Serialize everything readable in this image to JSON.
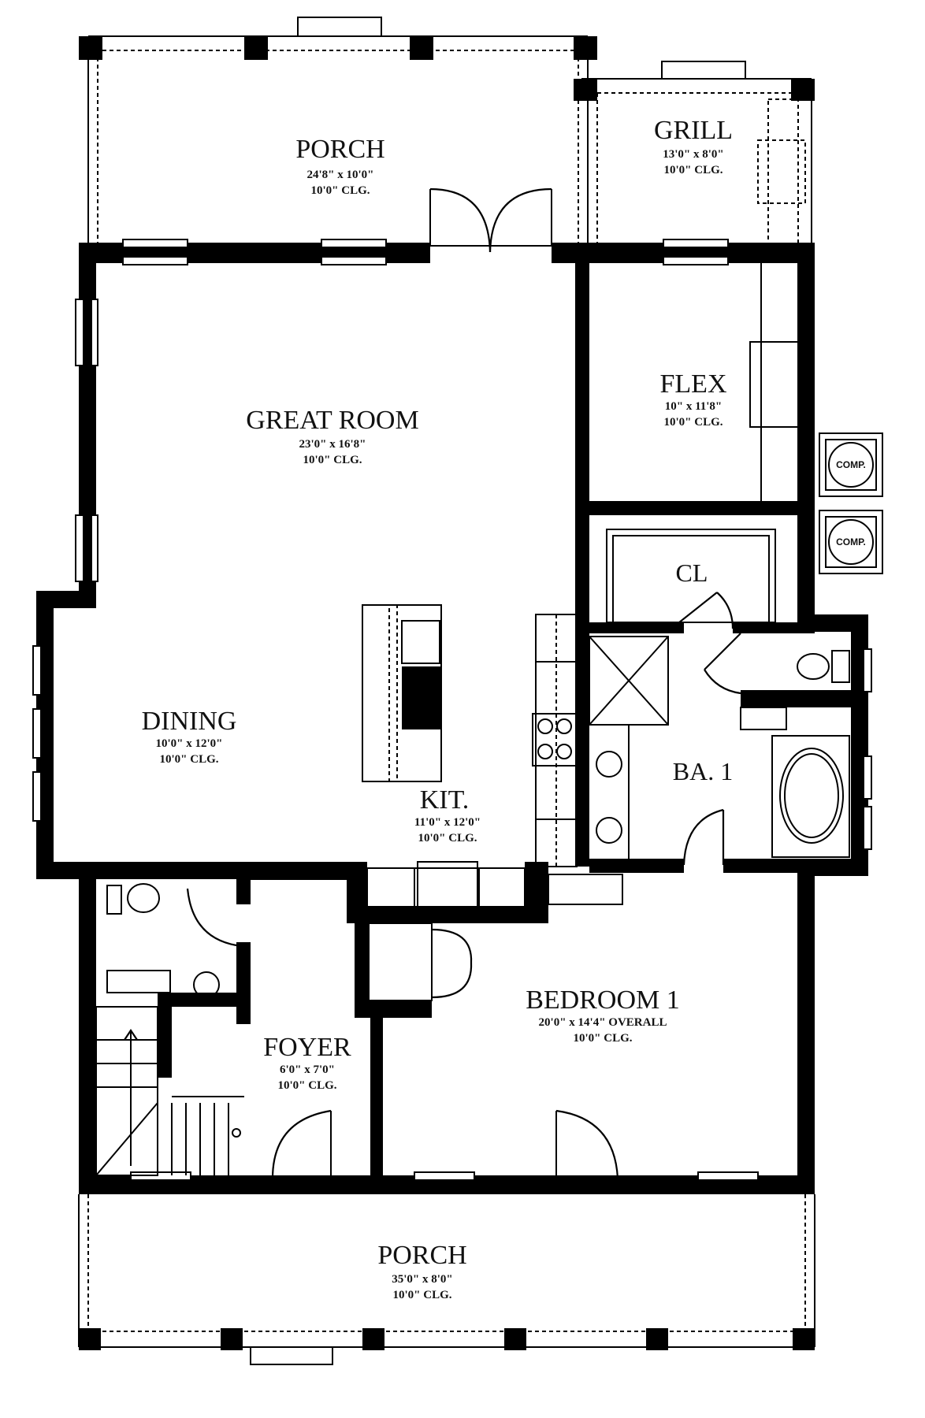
{
  "plan": {
    "rooms": [
      {
        "id": "porch-rear",
        "name": "PORCH",
        "dimensions": "24'8\" x 10'0\"",
        "ceiling": "10'0\" CLG."
      },
      {
        "id": "grill",
        "name": "GRILL",
        "dimensions": "13'0\" x 8'0\"",
        "ceiling": "10'0\" CLG."
      },
      {
        "id": "great-room",
        "name": "GREAT ROOM",
        "dimensions": "23'0\" x 16'8\"",
        "ceiling": "10'0\" CLG."
      },
      {
        "id": "flex",
        "name": "FLEX",
        "dimensions": "10\" x 11'8\"",
        "ceiling": "10'0\" CLG."
      },
      {
        "id": "closet",
        "name": "CL"
      },
      {
        "id": "dining",
        "name": "DINING",
        "dimensions": "10'0\" x 12'0\"",
        "ceiling": "10'0\" CLG."
      },
      {
        "id": "kitchen",
        "name": "KIT.",
        "dimensions": "11'0\" x 12'0\"",
        "ceiling": "10'0\" CLG."
      },
      {
        "id": "bath-1",
        "name": "BA. 1"
      },
      {
        "id": "bedroom-1",
        "name": "BEDROOM 1",
        "dimensions": "20'0\" x 14'4\" OVERALL",
        "ceiling": "10'0\" CLG."
      },
      {
        "id": "foyer",
        "name": "FOYER",
        "dimensions": "6'0\" x 7'0\"",
        "ceiling": "10'0\" CLG."
      },
      {
        "id": "porch-front",
        "name": "PORCH",
        "dimensions": "35'0\" x 8'0\"",
        "ceiling": "10'0\" CLG."
      }
    ],
    "equipment": [
      {
        "id": "comp-1",
        "label": "COMP."
      },
      {
        "id": "comp-2",
        "label": "COMP."
      }
    ],
    "colors": {
      "wall": "#000000",
      "background": "#ffffff"
    }
  }
}
